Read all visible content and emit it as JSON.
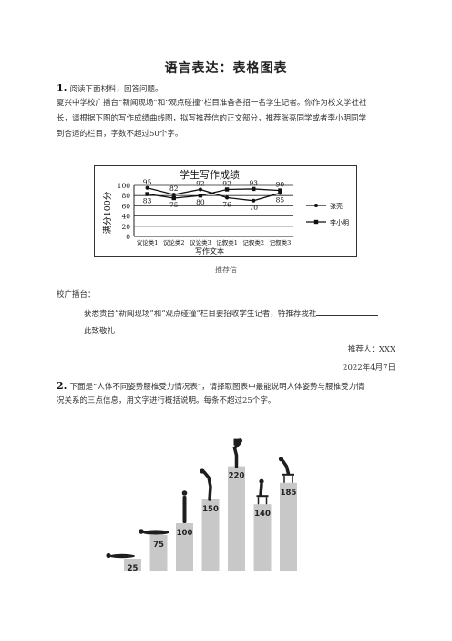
{
  "doc": {
    "title": "语言表达：表格图表",
    "q1": {
      "num": "1.",
      "instruction": "阅读下面材料，回答问题。",
      "line1": "夏兴中学校广播台“新闻现场”和“观点碰撞”栏目准备各招一名学生记者。你作为校文学社社",
      "line2": "长，请根据下图的写作成绩曲线图，拟写推荐信的正文部分，推荐张亮同学或者李小明同学",
      "line3": "到合适的栏目，字数不超过50个字。"
    },
    "letter": {
      "caption": "推荐信",
      "salutation": "校广播台：",
      "body": "获悉贵台“新闻现场”和“观点碰撞”栏目要招收学生记者，特推荐我社",
      "closing": "此致敬礼",
      "recommender_label": "推荐人：",
      "recommender": "XXX",
      "date": "2022年4月7日"
    },
    "q2": {
      "num": "2.",
      "line1": "下面是“人体不同姿势腰椎受力情况表”，请择取图表中最能说明人体姿势与腰椎受力情",
      "line2": "况关系的三点信息，用文字进行概括说明。每条不超过25个字。"
    }
  },
  "chart_data": [
    {
      "type": "line",
      "title": "学生写作成绩",
      "xlabel": "写作文本",
      "ylabel": "满分100分",
      "categories": [
        "议论类1",
        "议论类2",
        "议论类3",
        "记叙类1",
        "记叙类2",
        "记叙类3"
      ],
      "yticks": [
        "0",
        "20",
        "40",
        "60",
        "80",
        "100"
      ],
      "ylim": [
        0,
        100
      ],
      "grid": true,
      "legend": "right",
      "series": [
        {
          "name": "张亮",
          "marker": "circle",
          "values": [
            95,
            82,
            92,
            76,
            70,
            85
          ]
        },
        {
          "name": "李小明",
          "marker": "square",
          "values": [
            83,
            75,
            80,
            92,
            93,
            90
          ]
        }
      ]
    },
    {
      "type": "bar",
      "categories": [
        "lying",
        "lying-side",
        "standing",
        "standing-bent",
        "standing-bent-weight",
        "sitting",
        "sitting-bent"
      ],
      "values": [
        25,
        75,
        100,
        150,
        220,
        140,
        185
      ],
      "colors": {
        "bar": "#c8c8c8",
        "label": "#222222"
      }
    }
  ]
}
